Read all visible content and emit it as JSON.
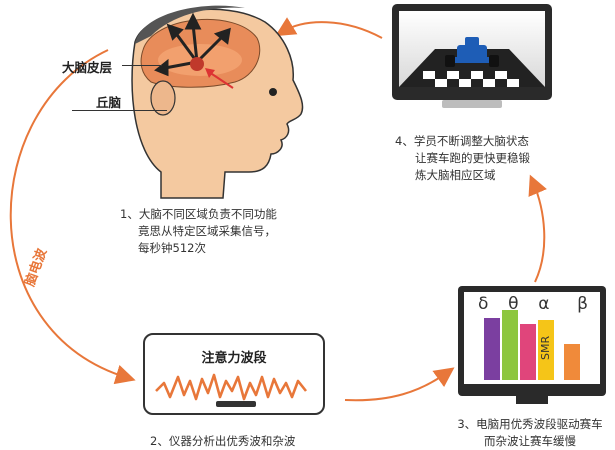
{
  "brain": {
    "cortex_label": "大脑皮层",
    "thalamus_label": "丘脑"
  },
  "eeg_label": "脑电波",
  "captions": {
    "step1": [
      "1、大脑不同区域负责不同功能",
      "竟思从特定区域采集信号，",
      "每秒钟512次"
    ],
    "step2": "2、仪器分析出优秀波和杂波",
    "step3": [
      "3、电脑用优秀波段驱动赛车",
      "而杂波让赛车缓慢"
    ],
    "step4": [
      "4、学员不断调整大脑状态",
      "让赛车跑的更快更稳锻",
      "炼大脑相应区域"
    ]
  },
  "device": {
    "title": "注意力波段"
  },
  "bar_monitor": {
    "symbols": [
      "δ",
      "θ",
      "α",
      "β"
    ],
    "smr_label": "SMR"
  },
  "colors": {
    "arrow": "#E8773A",
    "eeg_wave": "#E8773A",
    "bar_purple": "#7B3FA0",
    "bar_green": "#8DC63F",
    "bar_pink": "#E0457B",
    "bar_yellow": "#F5C518",
    "bar_orange": "#F08A3A"
  }
}
